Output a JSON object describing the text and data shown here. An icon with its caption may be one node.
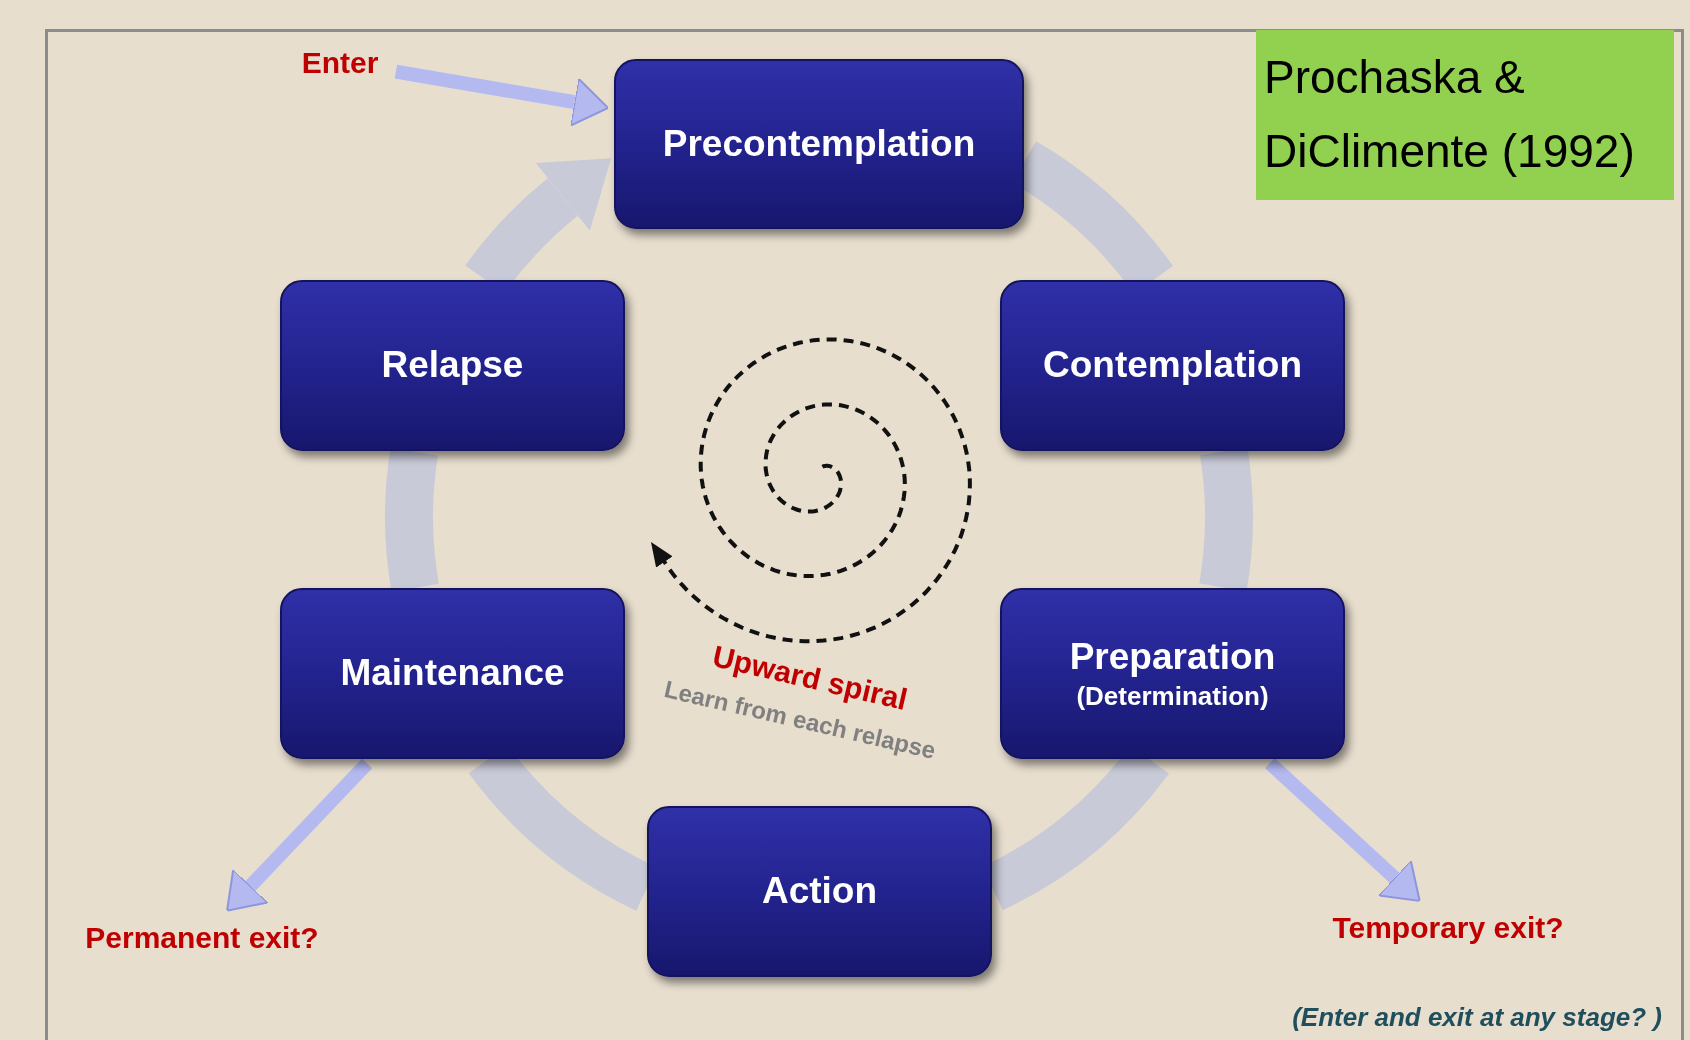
{
  "diagram": {
    "nodes": [
      {
        "text": [
          "Enter"
        ]
      },
      {
        "text": [
          "Precontemplation"
        ]
      },
      {
        "text": [
          "Prochaska & DiClimente (1992)"
        ]
      },
      {
        "text": [
          "Relapse"
        ]
      },
      {
        "text": [
          "Contemplation"
        ]
      },
      {
        "text": [
          "Maintenance"
        ]
      },
      {
        "text": [
          "Preparation",
          "(Determination)"
        ]
      },
      {
        "text": [
          "Action"
        ]
      },
      {
        "text": [
          "Permanent exit?"
        ]
      },
      {
        "text": [
          "Temporary exit?"
        ]
      }
    ],
    "edges": [
      {
        "from": 0,
        "to": 1,
        "arrow": "to",
        "color": "#b4b9f0"
      },
      {
        "from": 1,
        "to": 4,
        "arrow": "none",
        "color": "#c9cad8"
      },
      {
        "from": 4,
        "to": 6,
        "arrow": "none",
        "color": "#c9cad8"
      },
      {
        "from": 6,
        "to": 7,
        "arrow": "none",
        "color": "#c9cad8"
      },
      {
        "from": 7,
        "to": 5,
        "arrow": "none",
        "color": "#c9cad8"
      },
      {
        "from": 5,
        "to": 3,
        "arrow": "none",
        "color": "#c9cad8"
      },
      {
        "from": 3,
        "to": 1,
        "arrow": "to",
        "color": "#c9cad8"
      },
      {
        "from": 5,
        "to": 8,
        "arrow": "to",
        "color": "#b4b9f0"
      },
      {
        "from": 6,
        "to": 9,
        "arrow": "to",
        "color": "#b4b9f0"
      }
    ],
    "labels": [
      "Upward spiral",
      "Learn from each relapse",
      "(Enter and exit at any stage? )"
    ]
  }
}
